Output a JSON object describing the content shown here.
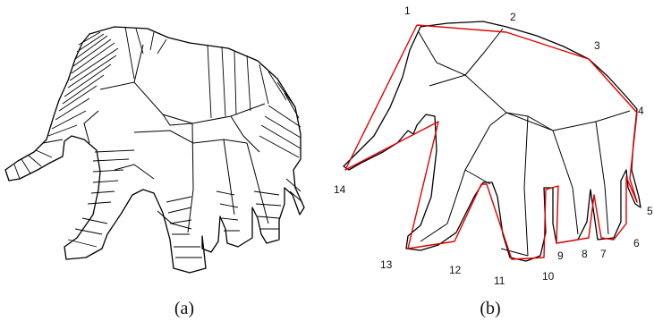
{
  "panels": [
    {
      "id": "a",
      "caption": "(a)"
    },
    {
      "id": "b",
      "caption": "(b)"
    }
  ],
  "vertex_labels": [
    "1",
    "2",
    "3",
    "4",
    "5",
    "6",
    "7",
    "8",
    "9",
    "10",
    "11",
    "12",
    "13",
    "14"
  ],
  "colors": {
    "outline": "#000000",
    "polygon": "#e00000",
    "background": "#ffffff"
  }
}
